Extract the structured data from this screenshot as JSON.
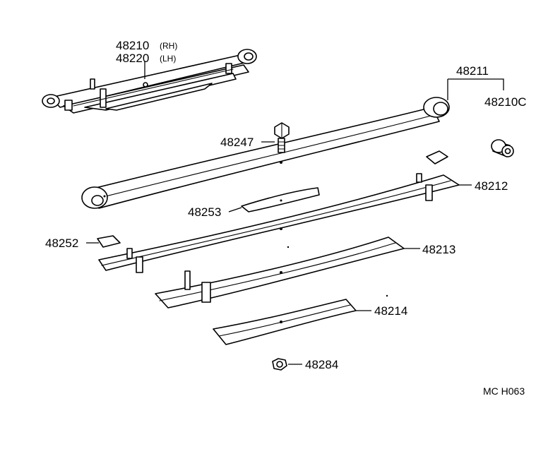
{
  "labels": {
    "p48210": "48210",
    "p48210_side": "(RH)",
    "p48220": "48220",
    "p48220_side": "(LH)",
    "p48211": "48211",
    "p48210c": "48210C",
    "p48247": "48247",
    "p48212": "48212",
    "p48253": "48253",
    "p48252": "48252",
    "p48213": "48213",
    "p48214": "48214",
    "p48284": "48284"
  },
  "footer": {
    "code": "MC  H063"
  }
}
